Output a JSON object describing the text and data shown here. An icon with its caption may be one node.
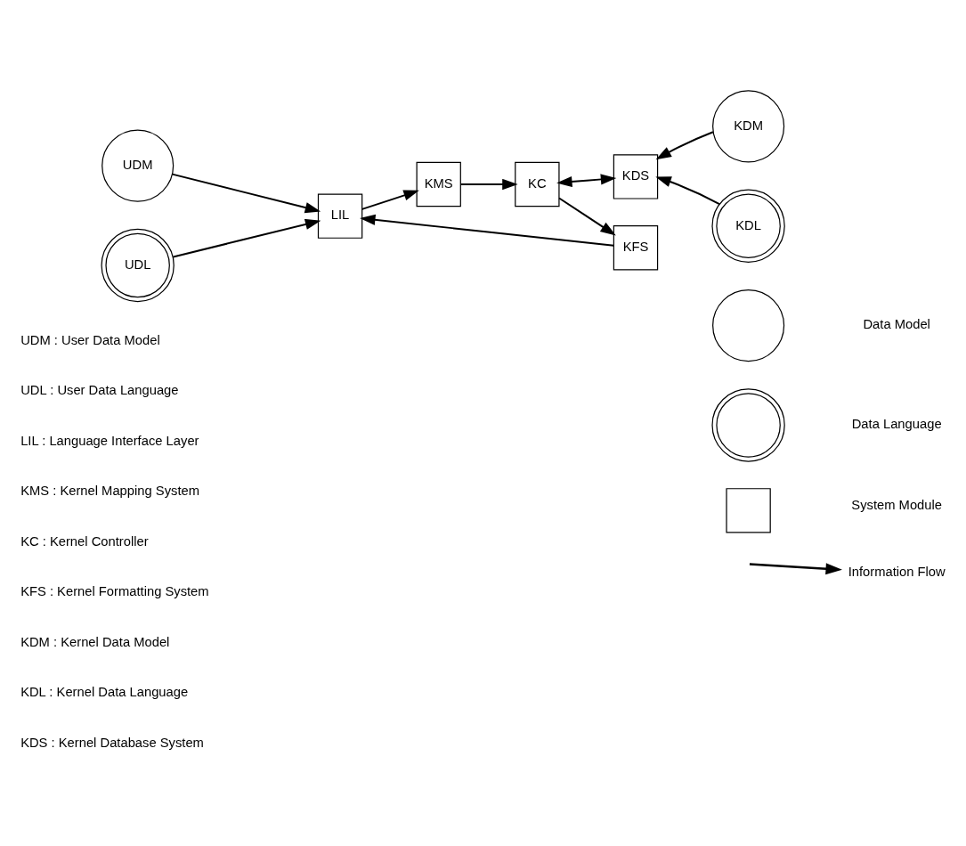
{
  "diagram": {
    "nodes": [
      {
        "text": [
          "UDM"
        ]
      },
      {
        "text": [
          "UDL"
        ]
      },
      {
        "text": [
          "LIL"
        ]
      },
      {
        "text": [
          "KMS"
        ]
      },
      {
        "text": [
          "KFS"
        ]
      },
      {
        "text": [
          "KC"
        ]
      },
      {
        "text": [
          "KDS"
        ]
      },
      {
        "text": [
          "KDM"
        ]
      },
      {
        "text": [
          "KDL"
        ]
      },
      {
        "text": [],
        "shape": "circle"
      },
      {
        "text": [],
        "shape": "ring"
      },
      {
        "text": [],
        "shape": "box"
      }
    ],
    "edges": [
      {
        "from": 0,
        "to": 2,
        "arrow": "to"
      },
      {
        "from": 1,
        "to": 2,
        "arrow": "to"
      },
      {
        "from": 2,
        "to": 3,
        "arrow": "to"
      },
      {
        "from": 3,
        "to": 5,
        "arrow": "to"
      },
      {
        "from": 5,
        "to": 4,
        "arrow": "to"
      },
      {
        "from": 4,
        "to": 2,
        "arrow": "to"
      },
      {
        "from": 5,
        "to": 6,
        "arrow": "both"
      },
      {
        "from": 7,
        "to": 6,
        "arrow": "to"
      },
      {
        "from": 8,
        "to": 6,
        "arrow": "to"
      }
    ],
    "labels": [
      "UDM : User Data Model",
      "UDL : User Data Language",
      "LIL : Language Interface Layer",
      "KMS : Kernel Mapping System",
      "KC : Kernel Controller",
      "KFS : Kernel Formatting System",
      "KDM : Kernel Data Model",
      "KDL : Kernel Data Language",
      "KDS : Kernel Database System"
    ],
    "legend": [
      {
        "text": "Data Model"
      },
      {
        "text": "Data Language"
      },
      {
        "text": "System Module"
      },
      {
        "text": "Information Flow"
      }
    ]
  }
}
